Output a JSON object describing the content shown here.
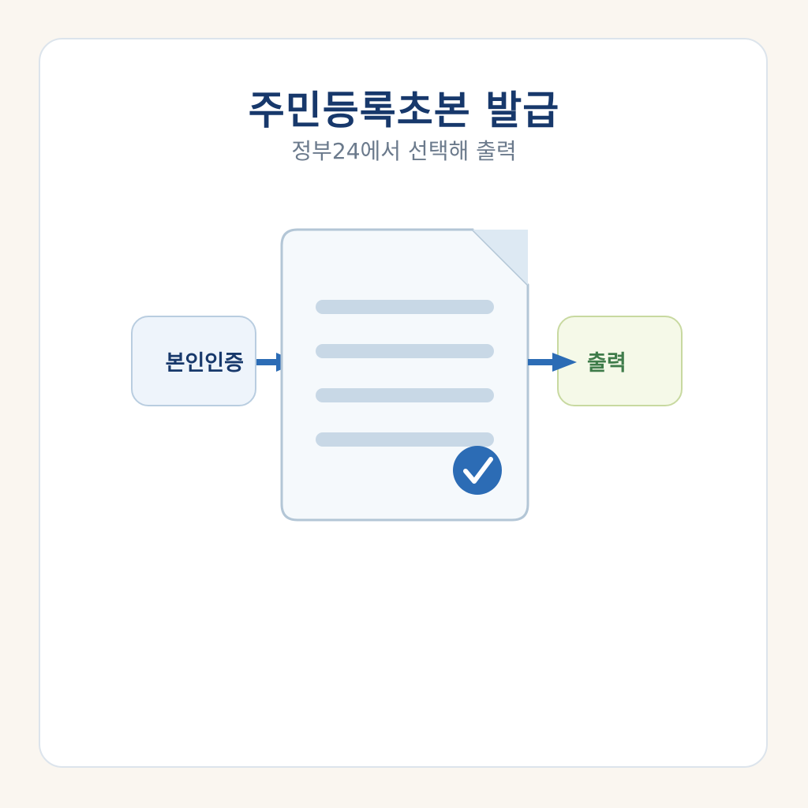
{
  "title": "주민등록초본 발급",
  "subtitle": "정부24에서 선택해 출력",
  "steps": {
    "auth": "본인인증",
    "print": "출력"
  },
  "document": {
    "line_count": 4,
    "verified": true
  },
  "icons": {
    "check": "check-circle-icon",
    "arrow": "arrow-right-icon"
  },
  "colors": {
    "title": "#17386b",
    "subtitle": "#6b7a8c",
    "arrow": "#2c6cb5",
    "check_circle": "#2c6cb5",
    "doc_border": "#b3c6d6",
    "doc_fill": "#f5f9fc",
    "doc_line": "#c8d8e6",
    "auth_fill": "#eef4fb",
    "print_fill": "#f5f9e8",
    "print_text": "#3f7c4a"
  }
}
